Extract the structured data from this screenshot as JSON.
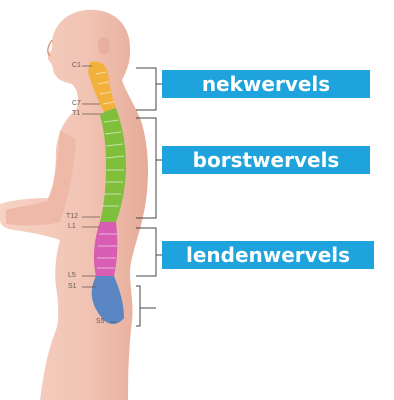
{
  "regions": [
    {
      "id": "neck",
      "label": "nekwervels",
      "color": "#f2b13b"
    },
    {
      "id": "thoracic",
      "label": "borstwervels",
      "color": "#7fbf3c"
    },
    {
      "id": "lumbar",
      "label": "lendenwervels",
      "color": "#d85db3"
    },
    {
      "id": "sacral",
      "color": "#5a86c4"
    }
  ],
  "vertebra_labels": [
    "C1",
    "C7",
    "T1",
    "T12",
    "L1",
    "L5",
    "S1",
    "S5"
  ],
  "colors": {
    "skin": "#f1c3b3",
    "skin_shadow": "#e3a892",
    "label_bg": "#1ea3dc",
    "line": "#444444"
  }
}
